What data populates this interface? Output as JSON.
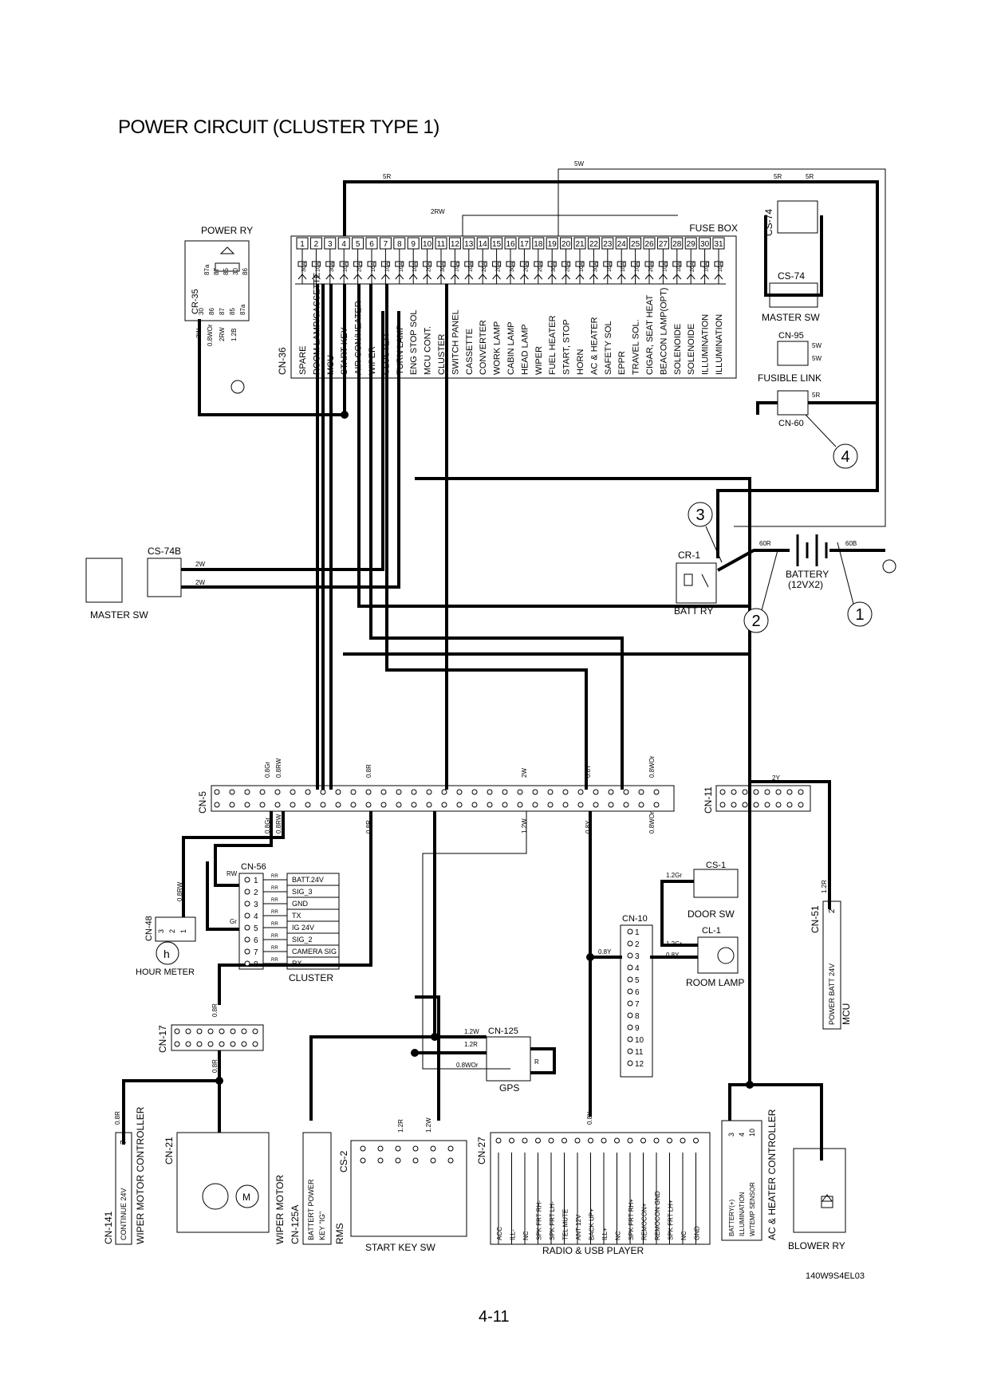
{
  "title": "POWER CIRCUIT (CLUSTER TYPE 1)",
  "drawing_code": "140W9S4EL03",
  "page_number": "4-11",
  "fuse_box": {
    "label": "FUSE BOX",
    "connector": "CN-36",
    "fuses": [
      {
        "n": "1",
        "amp": "30A",
        "name": "SPARE"
      },
      {
        "n": "2",
        "amp": "10A",
        "name": "ROOM LAMP/CASSETTE"
      },
      {
        "n": "3",
        "amp": "30A",
        "name": "MCU"
      },
      {
        "n": "4",
        "amp": "10A",
        "name": "START KEY"
      },
      {
        "n": "5",
        "amp": "20A",
        "name": "AIR CON/HEATER"
      },
      {
        "n": "6",
        "amp": "10A",
        "name": "WIPER"
      },
      {
        "n": "7",
        "amp": "10A",
        "name": "CLUSTER"
      },
      {
        "n": "8",
        "amp": "10A",
        "name": "TURN LAMP"
      },
      {
        "n": "9",
        "amp": "10A",
        "name": "ENG STOP SOL"
      },
      {
        "n": "10",
        "amp": "20A",
        "name": "MCU CONT."
      },
      {
        "n": "11",
        "amp": "30A",
        "name": "CLUSTER"
      },
      {
        "n": "12",
        "amp": "10A",
        "name": "SWITCH PANEL"
      },
      {
        "n": "13",
        "amp": "10A",
        "name": "CASSETTE"
      },
      {
        "n": "14",
        "amp": "20A",
        "name": "CONVERTER"
      },
      {
        "n": "15",
        "amp": "20A",
        "name": "WORK LAMP"
      },
      {
        "n": "16",
        "amp": "30A",
        "name": "CABIN LAMP"
      },
      {
        "n": "17",
        "amp": "20A",
        "name": "HEAD LAMP"
      },
      {
        "n": "18",
        "amp": "20A",
        "name": "WIPER"
      },
      {
        "n": "19",
        "amp": "30A",
        "name": "FUEL HEATER"
      },
      {
        "n": "20",
        "amp": "20A",
        "name": "START, STOP"
      },
      {
        "n": "21",
        "amp": "10A",
        "name": "HORN"
      },
      {
        "n": "22",
        "amp": "30A",
        "name": "AC & HEATER"
      },
      {
        "n": "23",
        "amp": "10A",
        "name": "SAFETY SOL"
      },
      {
        "n": "24",
        "amp": "10A",
        "name": "EPPR"
      },
      {
        "n": "25",
        "amp": "10A",
        "name": "TRAVEL SOL."
      },
      {
        "n": "26",
        "amp": "20A",
        "name": "CIGAR, SEAT HEAT"
      },
      {
        "n": "27",
        "amp": "10A",
        "name": "BEACON LAMP(OPT)"
      },
      {
        "n": "28",
        "amp": "10A",
        "name": "SOLENOIDE"
      },
      {
        "n": "29",
        "amp": "20A",
        "name": "SOLENOIDE"
      },
      {
        "n": "30",
        "amp": "10A",
        "name": "ILLUMINATION"
      },
      {
        "n": "31",
        "amp": "10A",
        "name": "ILLUMINATION"
      }
    ]
  },
  "power_ry": {
    "label": "POWER RY",
    "connector": "CR-35",
    "pins": [
      "30",
      "86",
      "87",
      "85",
      "87a"
    ],
    "top_pins": [
      "87a",
      "87",
      "85",
      "30",
      "86"
    ]
  },
  "cs74": {
    "label": "CS-74",
    "switch_label": "CS-74",
    "name": "MASTER SW"
  },
  "cn95": {
    "label": "CN-95",
    "name": "FUSIBLE LINK"
  },
  "cn60": {
    "label": "CN-60"
  },
  "cr1": {
    "label": "CR-1",
    "name": "BATT RY"
  },
  "battery": {
    "name": "BATTERY",
    "spec": "(12VX2)"
  },
  "callouts": [
    "1",
    "2",
    "3",
    "4"
  ],
  "cs74b": {
    "label": "CS-74B",
    "name": "MASTER SW"
  },
  "cn5": {
    "label": "CN-5"
  },
  "cn11": {
    "label": "CN-11"
  },
  "cn56": {
    "label": "CN-56",
    "name": "CLUSTER",
    "signals": [
      "BATT.24V",
      "SIG_3",
      "GND",
      "TX",
      "IG 24V",
      "SIG_2",
      "CAMERA SIG",
      "RX"
    ]
  },
  "cn48": {
    "label": "CN-48",
    "name": "HOUR METER",
    "pins": [
      "3",
      "2",
      "1"
    ]
  },
  "cs1": {
    "label": "CS-1",
    "name": "DOOR SW"
  },
  "cl1": {
    "label": "CL-1",
    "name": "ROOM LAMP"
  },
  "cn10": {
    "label": "CN-10"
  },
  "cn51": {
    "label": "CN-51",
    "signal": "POWER BATT 24V",
    "name": "MCU",
    "pin": "2"
  },
  "cn17": {
    "label": "CN-17"
  },
  "cn125": {
    "label": "CN-125",
    "name": "GPS"
  },
  "cn141": {
    "label": "CN-141",
    "signal": "CONTINUE 24V",
    "pin": "7",
    "name": "WIPER MOTOR CONTROLLER"
  },
  "cn21": {
    "label": "CN-21",
    "name": "WIPER MOTOR"
  },
  "cn125a": {
    "label": "CN-125A",
    "signals": [
      "BATTERT POWER",
      "KEY \"IG\""
    ],
    "name": "RMS"
  },
  "cs2": {
    "label": "CS-2",
    "name": "START KEY SW"
  },
  "cn27": {
    "label": "CN-27",
    "name": "RADIO & USB PLAYER",
    "signals": [
      "ACC",
      "ILL-",
      "NC",
      "SPK FRT RH-",
      "SPK FRT LH-",
      "TEL MUTE",
      "ANT 12V",
      "BACK UP+",
      "ILL+",
      "NC",
      "SPK FRT RH+",
      "REMOCON+",
      "REMOCON GND",
      "SPK FRT LH+",
      "NC",
      "GND"
    ]
  },
  "ac_ctrl": {
    "name": "AC & HEATER CONTROLLER",
    "signals": [
      "BATTERY(+)",
      "ILLUMINATION",
      "W/TEMP SENSOR"
    ],
    "pins": [
      "3",
      "4",
      "10"
    ]
  },
  "blower": {
    "name": "BLOWER RY"
  },
  "wires": {
    "w5R": "5R",
    "w5W": "5W",
    "w2RW": "2RW",
    "w2W": "2W",
    "w0_8WOr": "0.8WOr",
    "w2RW_b": "2RW",
    "w1_2B": "1.2B",
    "w0_8Y": "0.8Y",
    "w1_2R": "1.2R",
    "w2Y": "2Y",
    "w0_8RW": "0.8RW",
    "w0_8Gr": "0.8Gr",
    "w0_8R": "0.8R",
    "w60R": "60R",
    "w60B": "60B",
    "w1_2W": "1.2W",
    "w1_2Gr": "1.2Gr",
    "wR": "R",
    "wRW": "RW",
    "wGr": "Gr",
    "wRR": "RR"
  }
}
